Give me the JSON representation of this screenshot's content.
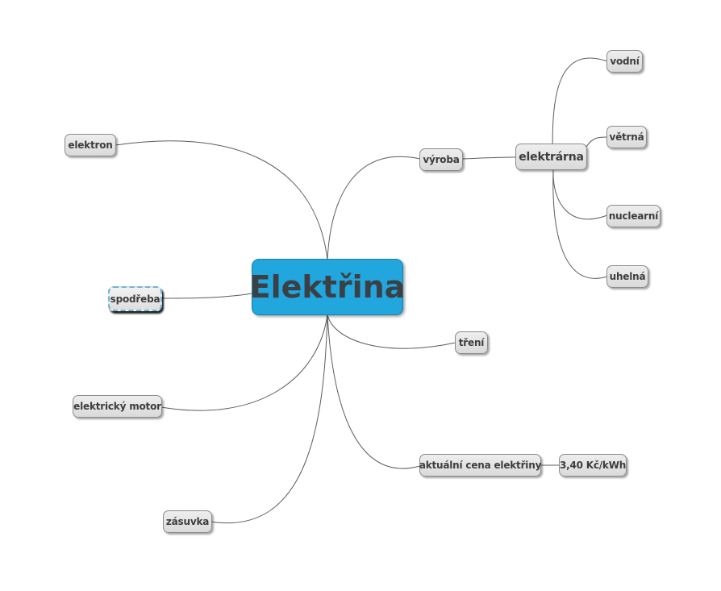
{
  "central": {
    "label": "Elektřina",
    "color": "#21a6de"
  },
  "nodes": {
    "elektron": "elektron",
    "spodreba": "spodřeba",
    "elektricky_motor": "elektrický motor",
    "zasuvka": "zásuvka",
    "vyroba": "výroba",
    "elektrarna": "elektrárna",
    "vodni": "vodní",
    "vetrna": "větrná",
    "nuclearni": "nuclearní",
    "uhelna": "uhelná",
    "treni": "tření",
    "aktualni_cena": "aktuální cena elektřiny",
    "cena_value": "3,40 Kč/kWh"
  },
  "selected_node": "spodřeba",
  "colors": {
    "node_fill": "#e4e4e4",
    "line": "#5c5c5c",
    "selection_dash": "#6fb3d6"
  }
}
